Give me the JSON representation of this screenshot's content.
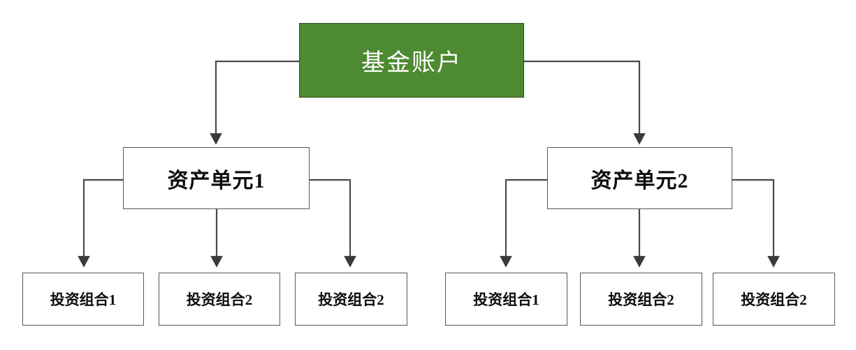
{
  "diagram": {
    "type": "organization-hierarchy",
    "title_text": "基金账户",
    "colors": {
      "root_fill": "#4e8a31",
      "root_text": "#ffffff",
      "node_fill": "#ffffff",
      "node_border": "#575757",
      "node_text": "#0d0d0d",
      "connector": "#4a4a4a"
    },
    "levels": [
      {
        "level": 1,
        "nodes": [
          {
            "id": "root",
            "label": "基金账户"
          }
        ]
      },
      {
        "level": 2,
        "nodes": [
          {
            "id": "unit1",
            "label": "资产单元1"
          },
          {
            "id": "unit2",
            "label": "资产单元2"
          }
        ]
      },
      {
        "level": 3,
        "nodes": [
          {
            "id": "pf-l1",
            "label": "投资组合1"
          },
          {
            "id": "pf-l2",
            "label": "投资组合2"
          },
          {
            "id": "pf-l3",
            "label": "投资组合2"
          },
          {
            "id": "pf-r1",
            "label": "投资组合1"
          },
          {
            "id": "pf-r2",
            "label": "投资组合2"
          },
          {
            "id": "pf-r3",
            "label": "投资组合2"
          }
        ]
      }
    ],
    "edges": [
      {
        "from": "root",
        "to": "unit1"
      },
      {
        "from": "root",
        "to": "unit2"
      },
      {
        "from": "unit1",
        "to": "pf-l1"
      },
      {
        "from": "unit1",
        "to": "pf-l2"
      },
      {
        "from": "unit1",
        "to": "pf-l3"
      },
      {
        "from": "unit2",
        "to": "pf-r1"
      },
      {
        "from": "unit2",
        "to": "pf-r2"
      },
      {
        "from": "unit2",
        "to": "pf-r3"
      }
    ]
  }
}
